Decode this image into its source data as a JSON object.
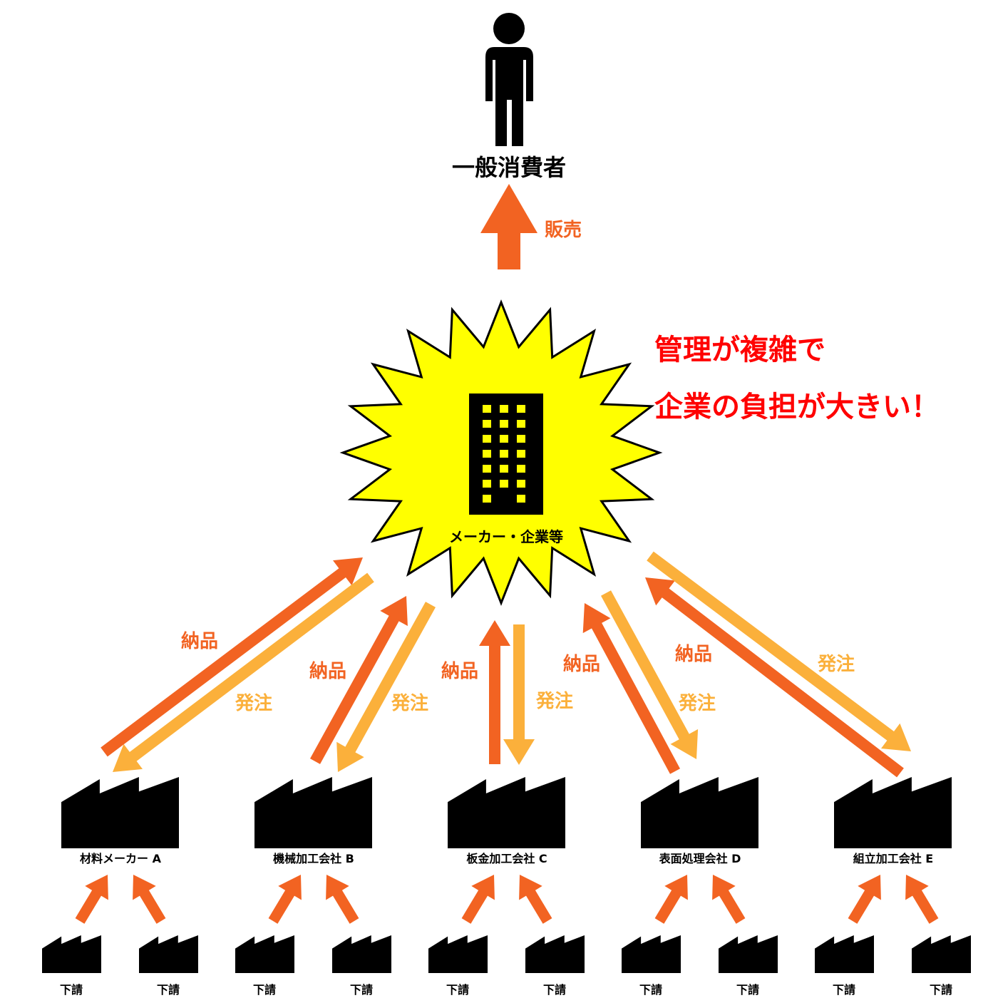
{
  "consumer": {
    "label": "一般消費者"
  },
  "sale": {
    "label": "販売"
  },
  "maker": {
    "label": "メーカー・企業等"
  },
  "warning": {
    "line1": "管理が複雑で",
    "line2": "企業の負担が大きい！"
  },
  "flow_labels": {
    "delivery": "納品",
    "order": "発注"
  },
  "suppliers": [
    {
      "name": "材料メーカー A"
    },
    {
      "name": "機械加工会社 B"
    },
    {
      "name": "板金加工会社 C"
    },
    {
      "name": "表面処理会社 D"
    },
    {
      "name": "組立加工会社 E"
    }
  ],
  "subcontractor": {
    "label": "下請"
  },
  "colors": {
    "delivery": "#f26322",
    "order": "#fbb03b",
    "warning": "#ff0000",
    "starburst": "#ffff00",
    "icon": "#000000"
  }
}
